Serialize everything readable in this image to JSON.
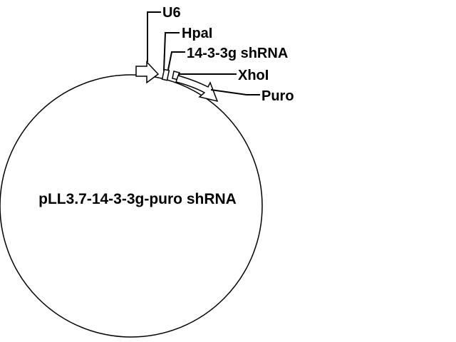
{
  "plasmid": {
    "name": "pLL3.7-14-3-3g-puro shRNA"
  },
  "features": {
    "u6": "U6",
    "hpai": "HpaI",
    "shrna": "14-3-3g shRNA",
    "xhoi": "XhoI",
    "puro": "Puro"
  }
}
